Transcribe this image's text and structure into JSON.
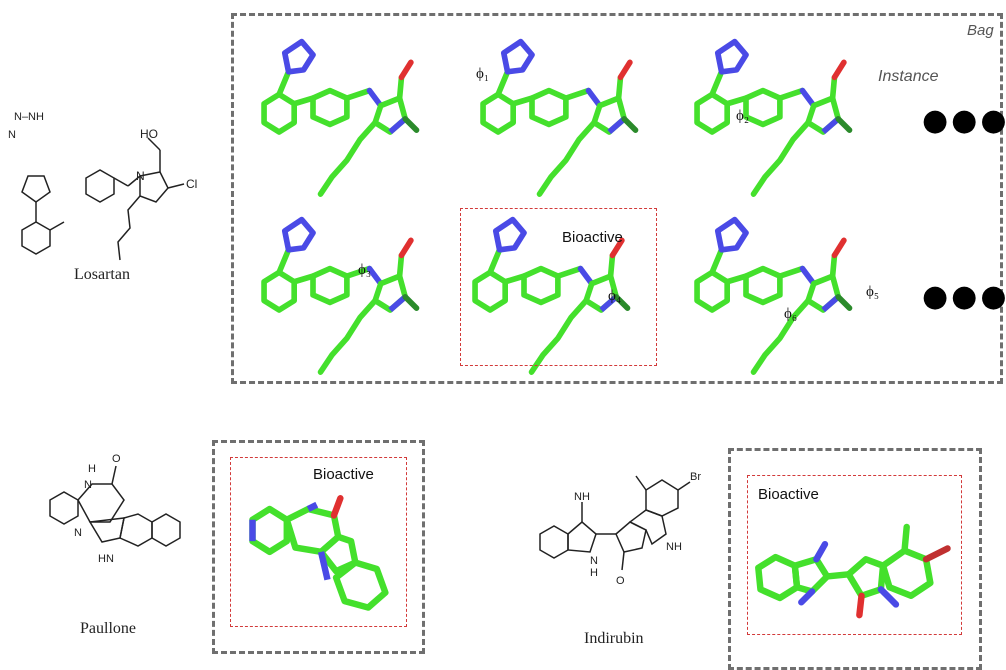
{
  "labels": {
    "bag": "Bag",
    "instance": "Instance",
    "bioactive": "Bioactive",
    "ellipsis": "●●●"
  },
  "phi": [
    "ϕ₁",
    "ϕ₂",
    "ϕ₃",
    "ϕ₄",
    "ϕ₅",
    "ϕ₆"
  ],
  "molecules": {
    "losartan": {
      "name": "Losartan",
      "atoms": {
        "nh": "N–NH",
        "n_left": "N",
        "n": "N",
        "ho": "HO",
        "cl": "Cl"
      }
    },
    "paullone": {
      "name": "Paullone",
      "atoms": {
        "h": "H",
        "o": "O",
        "n": "N",
        "n2": "N",
        "hn": "HN"
      }
    },
    "indirubin": {
      "name": "Indirubin",
      "atoms": {
        "nh": "NH",
        "br": "Br",
        "nh2": "NH",
        "n": "N",
        "h": "H",
        "o": "O"
      }
    }
  },
  "colors": {
    "carbon": "#44e02c",
    "nitrogen": "#4a4ae6",
    "oxygen": "#e03030",
    "bag_border": "#6f6f6f",
    "bioactive_border": "#d23a3a"
  }
}
